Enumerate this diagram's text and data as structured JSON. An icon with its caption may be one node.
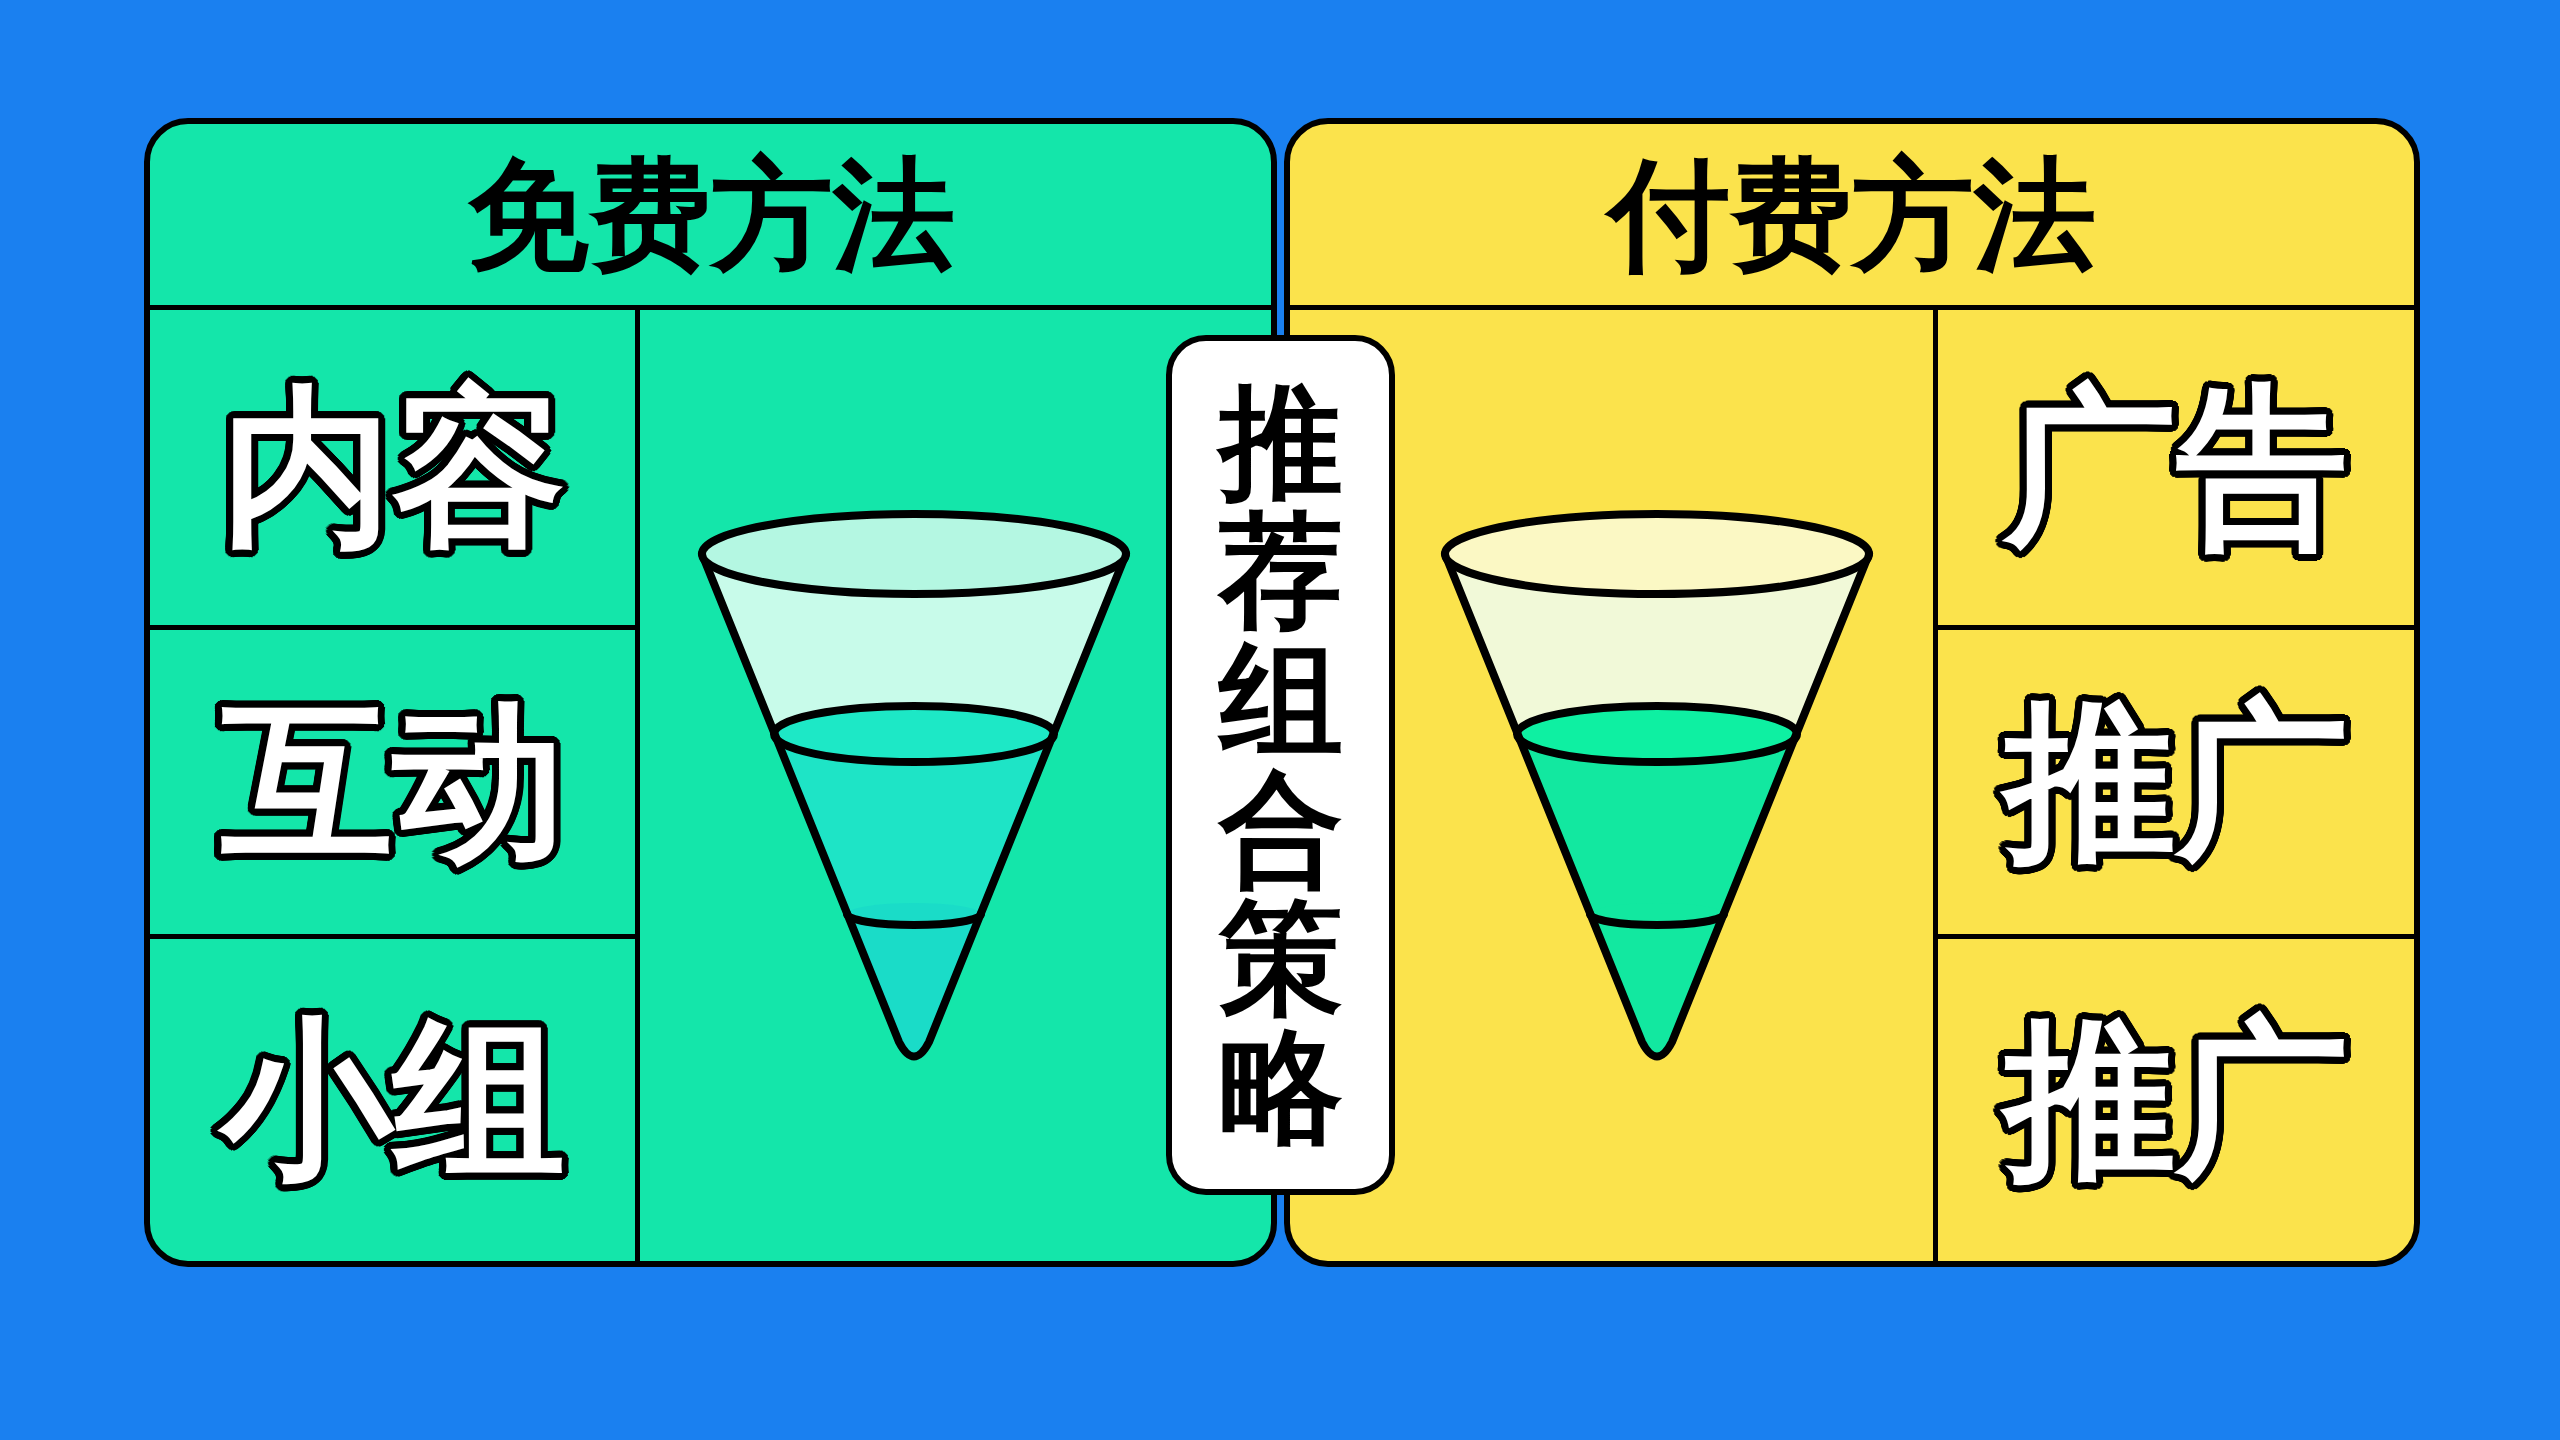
{
  "diagram": {
    "nodes": [
      {
        "text": [
          "免费方法"
        ]
      },
      {
        "text": [
          "内容"
        ],
        "in": 0
      },
      {
        "text": [
          "互动"
        ],
        "in": 0
      },
      {
        "text": [
          "小组"
        ],
        "in": 0
      },
      {
        "text": [],
        "shape": "box",
        "in": 0
      },
      {
        "text": [
          "推荐组合策略"
        ]
      },
      {
        "text": [
          "付费方法"
        ]
      },
      {
        "text": [],
        "shape": "box",
        "in": 6
      },
      {
        "text": [
          "广告"
        ],
        "in": 6
      },
      {
        "text": [
          "推广"
        ],
        "in": 6
      },
      {
        "text": [
          "推广"
        ],
        "in": 6
      }
    ]
  }
}
